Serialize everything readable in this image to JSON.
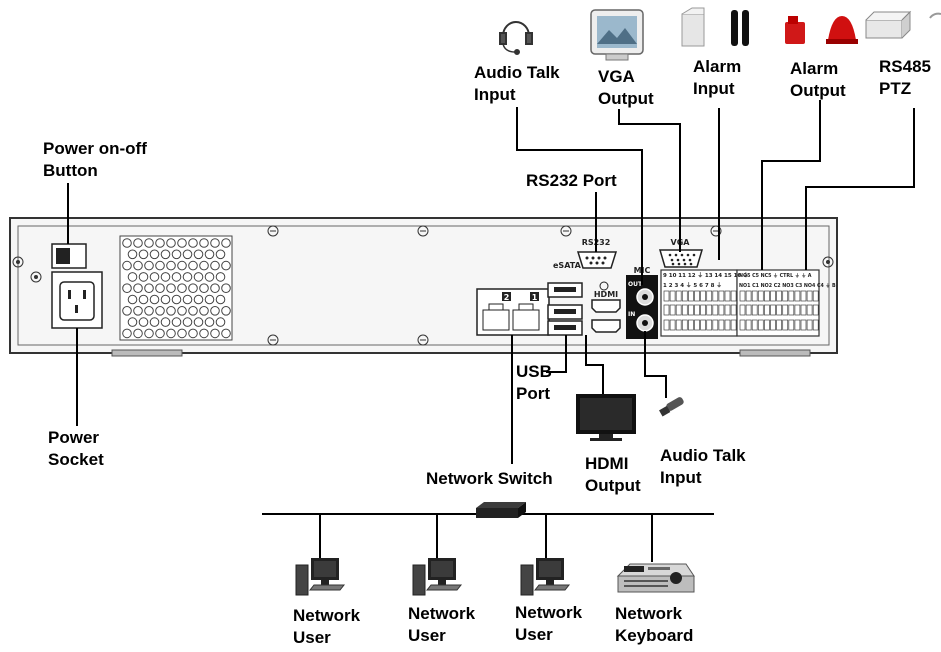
{
  "labels": {
    "audio_talk_input_top": [
      "Audio Talk",
      "Input"
    ],
    "vga_output": [
      "VGA",
      "Output"
    ],
    "alarm_input": [
      "Alarm",
      "Input"
    ],
    "alarm_output": [
      "Alarm",
      "Output"
    ],
    "rs485_ptz": [
      "RS485",
      "PTZ"
    ],
    "power_button": [
      "Power on-off",
      "Button"
    ],
    "rs232_port": "RS232 Port",
    "power_socket": [
      "Power",
      "Socket"
    ],
    "usb_port": [
      "USB",
      "Port"
    ],
    "network_switch": "Network Switch",
    "hdmi_output": [
      "HDMI",
      "Output"
    ],
    "audio_talk_input_bottom": [
      "Audio Talk",
      "Input"
    ],
    "network_user_1": [
      "Network",
      "User"
    ],
    "network_user_2": [
      "Network",
      "User"
    ],
    "network_user_3": [
      "Network",
      "User"
    ],
    "network_keyboard": [
      "Network",
      "Keyboard"
    ]
  },
  "panel_text": {
    "rs232": "RS232",
    "vga": "VGA",
    "esata": "eSATA",
    "mic": "MIC",
    "out": "OUT",
    "in": "IN",
    "hdmi": "HDMI",
    "lan1": "1",
    "lan2": "2",
    "alarm_in_top": "9  10 11 12  ⏚ 13 14 15 16  ⏚",
    "alarm_in_bottom": "1  2  3  4  ⏚  5  6  7  8  ⏚",
    "alarm_out_top": "NO5 C5 NC5  ⏚  CTRL  ⏚ ⏚ A",
    "alarm_out_bottom": "NO1 C1 NO2 C2 NO3 C3 NO4 C4 ⏚ B"
  },
  "icons": [
    "headset-icon",
    "monitor-icon",
    "alarm-sensor-icon",
    "siren-icon",
    "ptz-camera-icon",
    "tv-icon",
    "microphone-icon",
    "network-switch-icon",
    "computer-icon",
    "keyboard-icon"
  ],
  "colors": {
    "line": "#000000",
    "panel_stroke": "#333333",
    "panel_fill": "#f4f4f4"
  }
}
